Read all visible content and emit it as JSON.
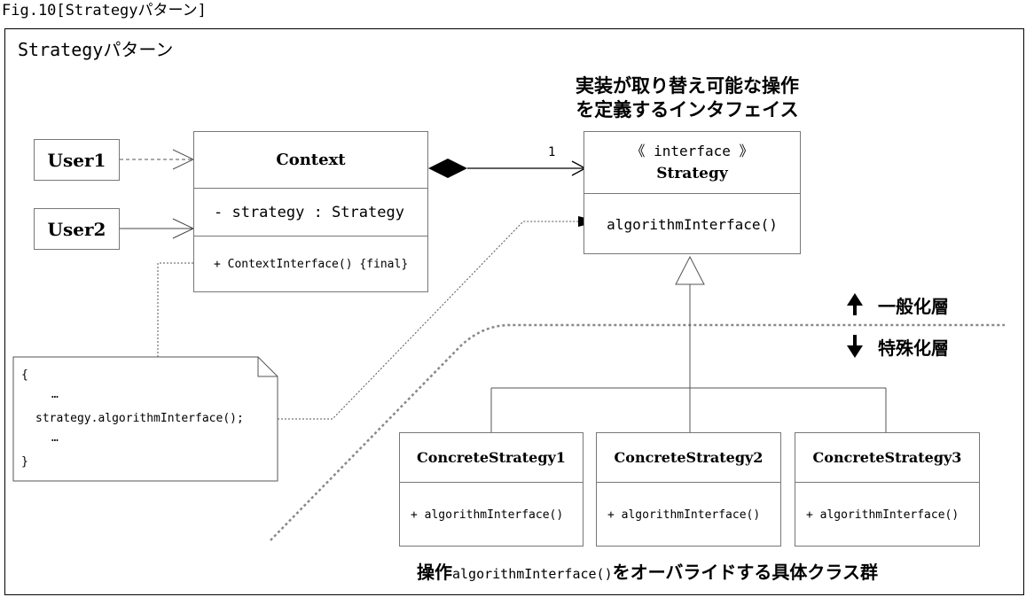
{
  "caption": "Fig.10[Strategyパターン]",
  "frame_title": "Strategyパターン",
  "users": [
    {
      "label": "User1"
    },
    {
      "label": "User2"
    }
  ],
  "context": {
    "name": "Context",
    "attribute": "- strategy : Strategy",
    "operation": "+ ContextInterface() {final}"
  },
  "multiplicity": "1",
  "strategy": {
    "stereotype": "《 interface 》",
    "name": "Strategy",
    "operation": "algorithmInterface()"
  },
  "strategy_heading": [
    "実装が取り替え可能な操作",
    "を定義するインタフェイス"
  ],
  "layers": {
    "upper": "一般化層",
    "lower": "特殊化層"
  },
  "note_lines": [
    "{",
    "…",
    "strategy.algorithmInterface();",
    "…",
    "}"
  ],
  "concrete": [
    {
      "name": "ConcreteStrategy1",
      "operation": "+ algorithmInterface()"
    },
    {
      "name": "ConcreteStrategy2",
      "operation": "+ algorithmInterface()"
    },
    {
      "name": "ConcreteStrategy3",
      "operation": "+ algorithmInterface()"
    }
  ],
  "bottom_note": {
    "prefix": "操作",
    "code": "algorithmInterface()",
    "suffix": "をオーバライドする具体クラス群"
  }
}
